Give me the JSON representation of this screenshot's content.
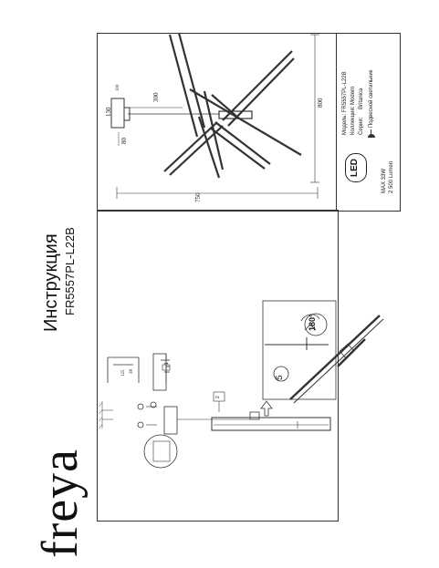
{
  "brand": "freya",
  "document": {
    "title": "Инструкция",
    "model": "FR5557PL-L22B"
  },
  "specs": {
    "model_line": "Модель: FR5557PL-L22B",
    "collection_line": "Коллекция: Modern",
    "name_line": "Britanica",
    "series_label": "Серия:",
    "type_line": "Подвесной светильник",
    "power_line": "MAX 33W",
    "lumen_line": "2 500 Lumen",
    "led_badge": "LED"
  },
  "dimensions": {
    "width": "750",
    "height": "800",
    "canopy_depth": "130",
    "canopy_width": "300",
    "offset": "80",
    "small_a": "100",
    "small_b": "125",
    "small_c": "38"
  },
  "steps": {
    "rotate_label": "180°",
    "step_number": "5",
    "step_one": "1",
    "step_two": "2"
  },
  "colors": {
    "line": "#333333",
    "text": "#1a1a1a"
  }
}
